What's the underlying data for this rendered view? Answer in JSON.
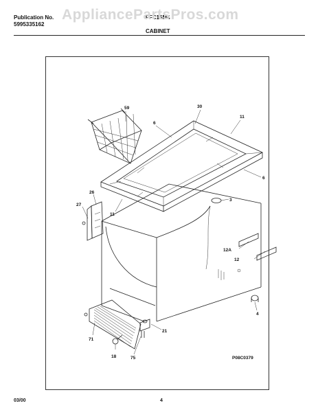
{
  "header": {
    "publication_label": "Publication No.",
    "publication_number": "5995335162",
    "model": "FFC15M4",
    "watermark": "AppliancePartsPros.com",
    "section_title": "CABINET"
  },
  "diagram": {
    "parts": {
      "p59": "59",
      "p30": "30",
      "p6a": "6",
      "p11a": "11",
      "p6b": "6",
      "p3": "3",
      "p26": "26",
      "p27": "27",
      "p11b": "11",
      "p12A": "12A",
      "p12": "12",
      "p4": "4",
      "p21": "21",
      "p71": "71",
      "p18": "18",
      "p75": "75"
    },
    "drawing_code": "P08C0379"
  },
  "footer": {
    "date": "03/00",
    "page": "4"
  }
}
